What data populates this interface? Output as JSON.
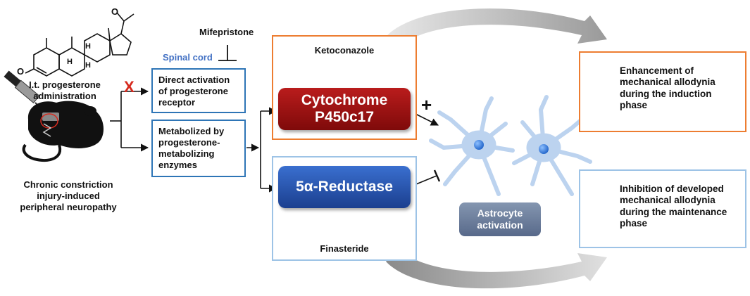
{
  "labels": {
    "administration": "I.t. progesterone\nadministration",
    "model": "Chronic constriction\ninjury-induced\nperipheral neuropathy",
    "mifepristone": "Mifepristone",
    "spinal_cord": "Spinal cord",
    "direct_activation": "Direct activation\nof progesterone\nreceptor",
    "metabolized": "Metabolized by\nprogesterone-\nmetabolizing\nenzymes",
    "ketoconazole": "Ketoconazole",
    "cytochrome": "Cytochrome\nP450c17",
    "reductase": "5α-Reductase",
    "finasteride": "Finasteride",
    "plus": "+",
    "block_mark": "X",
    "astrocyte": "Astrocyte\nactivation",
    "induction": "Enhancement of\nmechanical allodynia\nduring the induction\nphase",
    "maintenance": "Inhibition of developed\nmechanical allodynia\nduring the maintenance\nphase"
  },
  "steroid_atom_labels": {
    "oxygen_ketone": "O",
    "oxygen_acetyl": "O",
    "h1": "H",
    "h2": "H",
    "h3": "H"
  },
  "colors": {
    "orange_box": "#ed7d31",
    "blue_box": "#2e75b6",
    "light_blue_box": "#9dc3e6",
    "spinal_cord_text": "#4472c4",
    "red_x": "#d62a1e",
    "up_arrow": "#c00000",
    "down_arrow": "#2e6db4",
    "astrocyte_cell": "#bcd3ef"
  },
  "icons": [
    "steroid-structure-icon",
    "syringe-icon",
    "rat-icon",
    "astrocyte-icon",
    "up-arrow-icon",
    "down-arrow-icon"
  ]
}
